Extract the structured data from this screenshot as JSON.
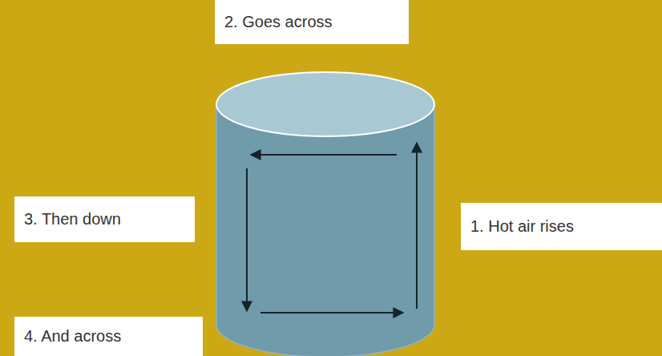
{
  "diagram": {
    "nodes": [
      {
        "text": [
          "2. Goes across"
        ]
      },
      {
        "text": [
          "3. Then down"
        ]
      },
      {
        "text": [
          "1. Hot air rises"
        ]
      },
      {
        "text": [
          "4. And across"
        ]
      }
    ]
  }
}
